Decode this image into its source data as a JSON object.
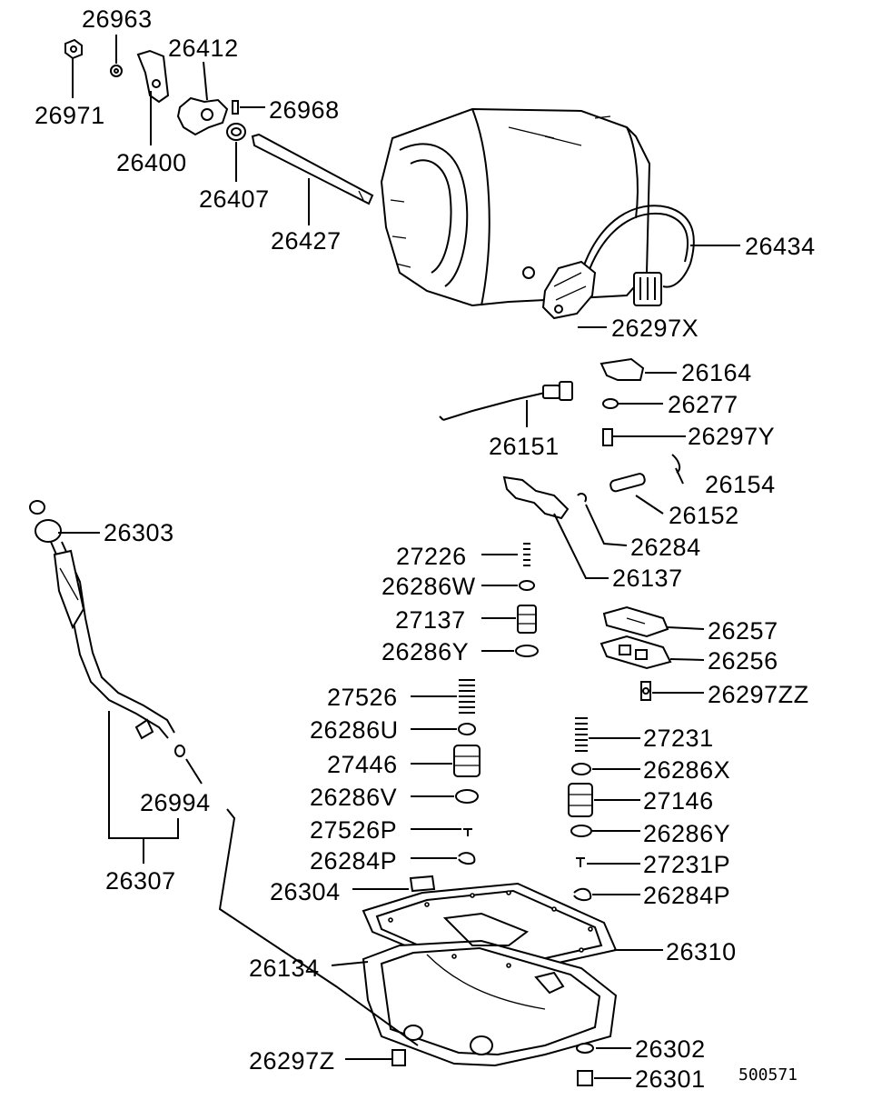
{
  "diagram": {
    "reference_code": "500571",
    "parts": {
      "p26963": "26963",
      "p26412": "26412",
      "p26971": "26971",
      "p26968": "26968",
      "p26400": "26400",
      "p26407": "26407",
      "p26427": "26427",
      "p26434": "26434",
      "p26297X": "26297X",
      "p26164": "26164",
      "p26277": "26277",
      "p26297Y": "26297Y",
      "p26151": "26151",
      "p26154": "26154",
      "p26152": "26152",
      "p26303": "26303",
      "p26284": "26284",
      "p27226": "27226",
      "p26137": "26137",
      "p26286W": "26286W",
      "p27137": "27137",
      "p26257": "26257",
      "p26286Y_a": "26286Y",
      "p26256": "26256",
      "p26297ZZ": "26297ZZ",
      "p27526": "27526",
      "p26286U": "26286U",
      "p27231": "27231",
      "p27446": "27446",
      "p26286X": "26286X",
      "p26994": "26994",
      "p26286V": "26286V",
      "p27146": "27146",
      "p27526P": "27526P",
      "p26286Y_b": "26286Y",
      "p26284P_a": "26284P",
      "p27231P": "27231P",
      "p26307": "26307",
      "p26304": "26304",
      "p26284P_b": "26284P",
      "p26310": "26310",
      "p26134": "26134",
      "p26302": "26302",
      "p26297Z": "26297Z",
      "p26301": "26301"
    }
  }
}
